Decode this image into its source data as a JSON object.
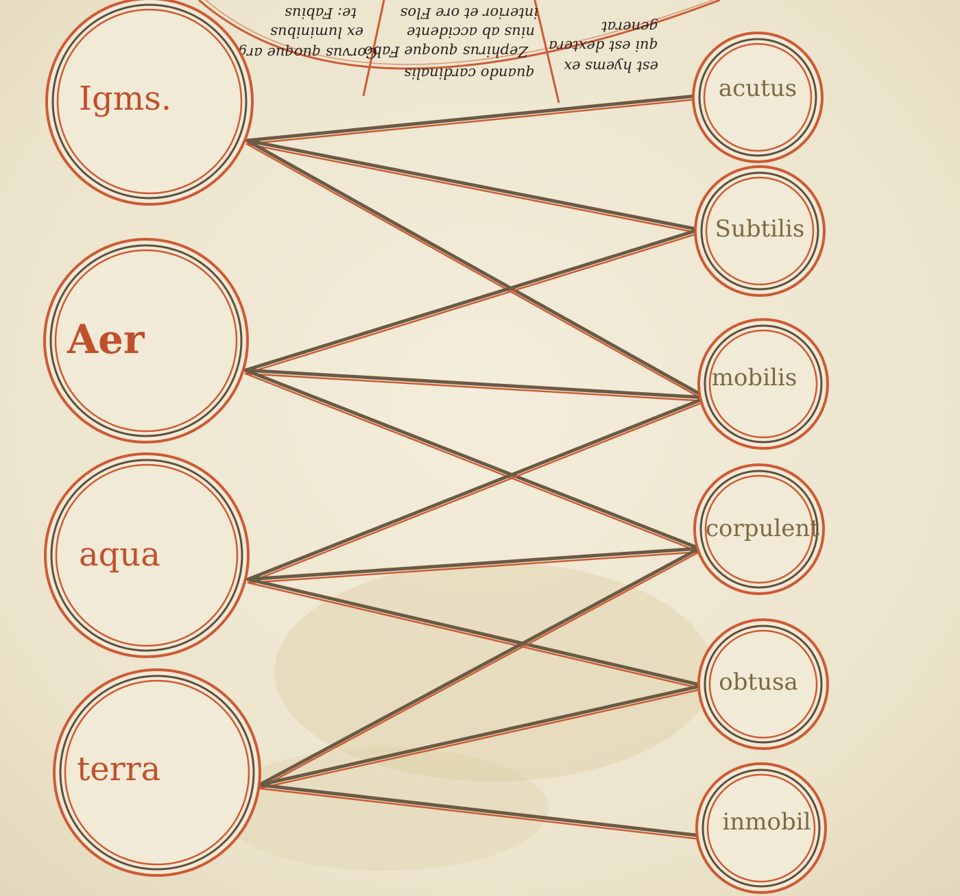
{
  "elements": [
    {
      "id": "ignis",
      "label": "Igms."
    },
    {
      "id": "aer",
      "label": "Aer"
    },
    {
      "id": "aqua",
      "label": "aqua"
    },
    {
      "id": "terra",
      "label": "terra"
    }
  ],
  "qualities": [
    {
      "id": "acutus",
      "label": "acutus"
    },
    {
      "id": "subtilis",
      "label": "Subtilis"
    },
    {
      "id": "mobilis",
      "label": "mobilis"
    },
    {
      "id": "corpulentus",
      "label": "corpulent"
    },
    {
      "id": "obtusa",
      "label": "obtusa"
    },
    {
      "id": "inmobilis",
      "label": "inmobil"
    }
  ],
  "connections": [
    {
      "from": "ignis",
      "to": "acutus"
    },
    {
      "from": "ignis",
      "to": "subtilis"
    },
    {
      "from": "ignis",
      "to": "mobilis"
    },
    {
      "from": "aer",
      "to": "subtilis"
    },
    {
      "from": "aer",
      "to": "mobilis"
    },
    {
      "from": "aer",
      "to": "corpulentus"
    },
    {
      "from": "aqua",
      "to": "mobilis"
    },
    {
      "from": "aqua",
      "to": "corpulentus"
    },
    {
      "from": "aqua",
      "to": "obtusa"
    },
    {
      "from": "terra",
      "to": "corpulentus"
    },
    {
      "from": "terra",
      "to": "obtusa"
    },
    {
      "from": "terra",
      "to": "inmobilis"
    }
  ],
  "wheel_text": [
    "Corvus quoque argento",
    "ex luminibus",
    "te: Fabius",
    "Zephirus quoque Fabo",
    "nius ab accidente",
    "interior et ore Flos",
    "quando cardinalis",
    "qui est dextera",
    "generat",
    "est hyems ex"
  ],
  "colors": {
    "parchment": "#efe8d2",
    "red_ink": "#cd5a34",
    "brown_ink": "#6b5a44",
    "element_label": "#c0502c",
    "quality_label": "#7d6a44"
  }
}
